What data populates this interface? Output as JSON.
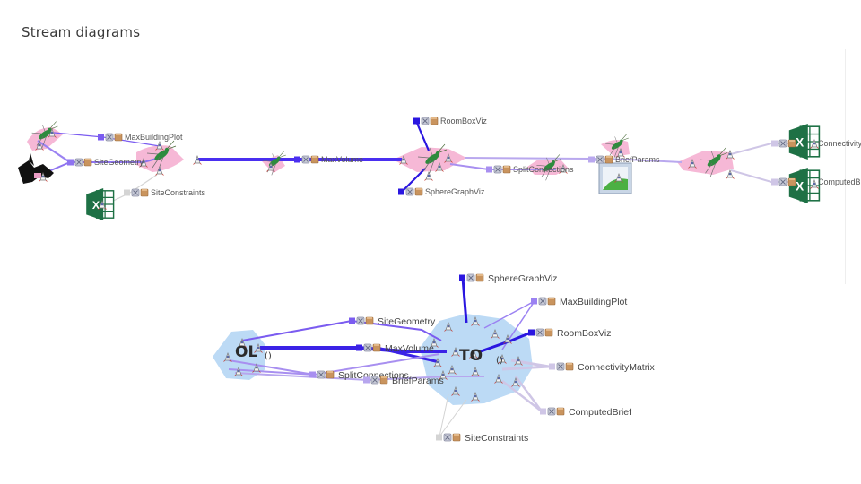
{
  "page": {
    "title": "Stream diagrams"
  },
  "colors": {
    "strong": "#3b22e6",
    "medium": "#7b5cf0",
    "light": "#b7a6ee",
    "pale": "#cfc6e6",
    "grey": "#d4d4d4",
    "hull_pink": "#f6b8d6",
    "hull_blue": "#bcdaf5",
    "grasshopper": "#2e8b3e",
    "excel": "#1e7145"
  },
  "diagram_top": {
    "name": "linear-stream-diagram",
    "streams": [
      {
        "label": "MaxBuildingPlot",
        "weight": "medium"
      },
      {
        "label": "SiteGeometry",
        "weight": "medium"
      },
      {
        "label": "SiteConstraints",
        "weight": "grey"
      },
      {
        "label": "MaxVolume",
        "weight": "strong"
      },
      {
        "label": "RoomBoxViz",
        "weight": "strong"
      },
      {
        "label": "SphereGraphViz",
        "weight": "strong"
      },
      {
        "label": "SplitConnections",
        "weight": "light"
      },
      {
        "label": "BriefParams",
        "weight": "light"
      },
      {
        "label": "ConnectivityM",
        "weight": "pale"
      },
      {
        "label": "ComputedBrie",
        "weight": "pale"
      }
    ],
    "apps": [
      "grasshopper",
      "rhino",
      "excel",
      "grasshopper",
      "grasshopper",
      "grasshopper",
      "image",
      "grasshopper",
      "excel",
      "excel"
    ]
  },
  "diagram_bottom": {
    "name": "clustered-stream-diagram",
    "clusters": [
      {
        "label": "OL",
        "suffix": "()"
      },
      {
        "label": "TO",
        "suffix": "()"
      }
    ],
    "streams": [
      {
        "label": "SphereGraphViz",
        "weight": "strong"
      },
      {
        "label": "MaxBuildingPlot",
        "weight": "medium"
      },
      {
        "label": "SiteGeometry",
        "weight": "medium"
      },
      {
        "label": "RoomBoxViz",
        "weight": "strong"
      },
      {
        "label": "MaxVolume",
        "weight": "strong"
      },
      {
        "label": "ConnectivityMatrix",
        "weight": "pale"
      },
      {
        "label": "SplitConnections",
        "weight": "light"
      },
      {
        "label": "BriefParams",
        "weight": "light"
      },
      {
        "label": "ComputedBrief",
        "weight": "pale"
      },
      {
        "label": "SiteConstraints",
        "weight": "grey"
      }
    ]
  }
}
